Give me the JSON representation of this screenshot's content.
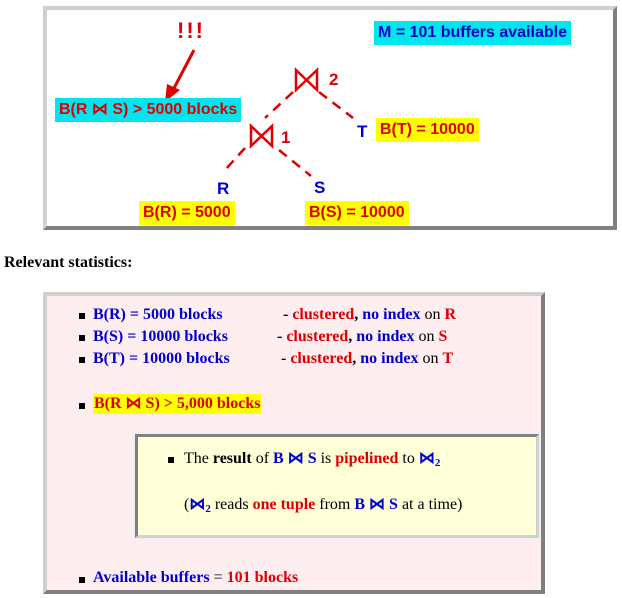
{
  "diagram": {
    "exclaim": "!!!",
    "buffers_note": "M = 101 buffers  available",
    "join_annotation": "B(R ⋈ S) > 5000 blocks",
    "join1_number": "1",
    "join2_number": "2",
    "relation_r": "R",
    "relation_s": "S",
    "relation_t": "T",
    "size_r": "B(R) = 5000",
    "size_s": "B(S) = 10000",
    "size_t": "B(T) = 10000",
    "colors": {
      "cyan": "#00e5ee",
      "yellow": "#ffff00",
      "red": "#e00000",
      "blue": "#0000cc"
    }
  },
  "stats_heading": "Relevant statistics:",
  "stats": {
    "rows": [
      {
        "stat": "B(R) = 5000 blocks",
        "dash": "- ",
        "clustered": "clustered",
        "comma": ", ",
        "noindex": "no index",
        "on": " on ",
        "rel": "R"
      },
      {
        "stat": "B(S) = 10000 blocks",
        "dash": "- ",
        "clustered": "clustered",
        "comma": ", ",
        "noindex": "no index",
        "on": " on ",
        "rel": "S"
      },
      {
        "stat": "B(T) = 10000 blocks",
        "dash": "- ",
        "clustered": "clustered",
        "comma": ", ",
        "noindex": "no index",
        "on": " on ",
        "rel": "T"
      }
    ],
    "highlight": "B(R ⋈ S) > 5,000 blocks",
    "note": {
      "the": "The ",
      "result": "result",
      "of": " of ",
      "bs": "B ⋈ S",
      "is": " is ",
      "pipelined": "pipelined",
      "to": " to ",
      "join2": "⋈",
      "sub2": "2",
      "open": "(",
      "reads": " reads ",
      "one_tuple": "one tuple",
      "from": " from ",
      "at_a_time": " at a time)"
    },
    "available_label": "Available buffers",
    "available_eq": " = ",
    "available_value": "101 blocks"
  }
}
